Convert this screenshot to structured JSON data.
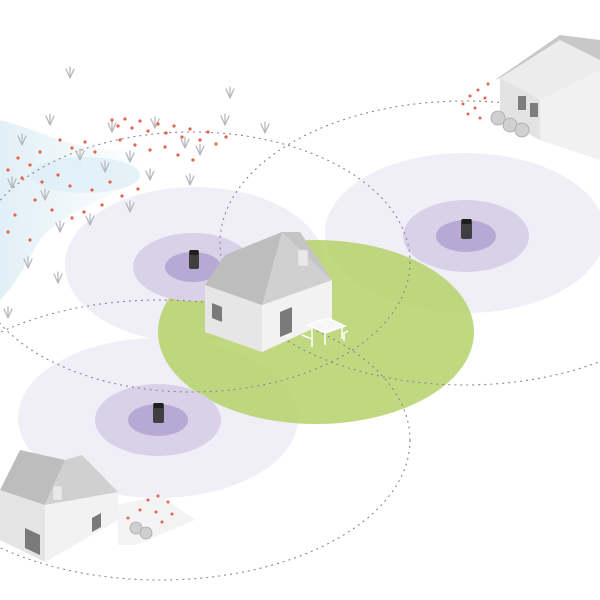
{
  "diagram": {
    "elements": [
      "house-center",
      "garden-table",
      "barn-top-right",
      "house-bottom-left",
      "wet-meadow-left",
      "device-left",
      "device-right",
      "device-bottom"
    ]
  },
  "colors": {
    "background": "#ffffff",
    "green_zone": "#b5d26a",
    "outer_halo": "#efedf6",
    "purple_ring": "#d7cfe6",
    "purple_core": "#b5a7d1",
    "dotted_line": "#8a8496",
    "water": "#dfeff6",
    "wall": "#ececec",
    "roof": "#bdbdbd",
    "device": "#444444",
    "flower": "#e2644d",
    "grass": "#b7b9be"
  }
}
